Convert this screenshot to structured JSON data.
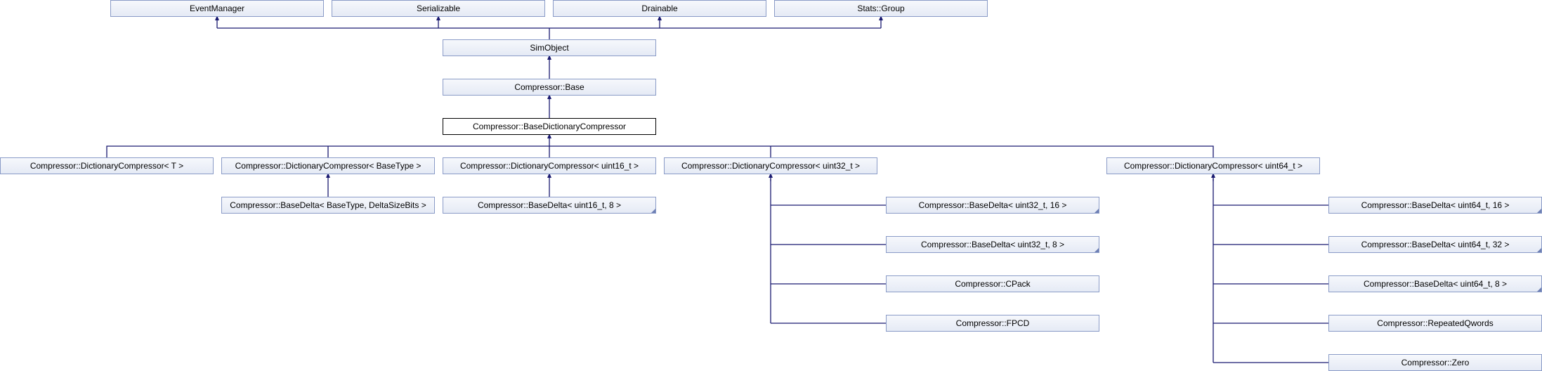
{
  "diagram": {
    "nodes": {
      "event_manager": "EventManager",
      "serializable": "Serializable",
      "drainable": "Drainable",
      "stats_group": "Stats::Group",
      "sim_object": "SimObject",
      "compressor_base": "Compressor::Base",
      "base_dictionary_compressor": "Compressor::BaseDictionaryCompressor",
      "dict_t": "Compressor::DictionaryCompressor< T >",
      "dict_basetype": "Compressor::DictionaryCompressor< BaseType >",
      "dict_uint16": "Compressor::DictionaryCompressor< uint16_t >",
      "dict_uint32": "Compressor::DictionaryCompressor< uint32_t >",
      "dict_uint64": "Compressor::DictionaryCompressor< uint64_t >",
      "basedelta_basetype": "Compressor::BaseDelta< BaseType, DeltaSizeBits >",
      "basedelta_uint16_8": "Compressor::BaseDelta< uint16_t, 8 >",
      "basedelta_uint32_16": "Compressor::BaseDelta< uint32_t, 16 >",
      "basedelta_uint32_8": "Compressor::BaseDelta< uint32_t, 8 >",
      "cpack": "Compressor::CPack",
      "fpcd": "Compressor::FPCD",
      "basedelta_uint64_16": "Compressor::BaseDelta< uint64_t, 16 >",
      "basedelta_uint64_32": "Compressor::BaseDelta< uint64_t, 32 >",
      "basedelta_uint64_8": "Compressor::BaseDelta< uint64_t, 8 >",
      "repeated_qwords": "Compressor::RepeatedQwords",
      "zero": "Compressor::Zero"
    },
    "colors": {
      "edge": "#191970",
      "node_border": "#8a9bc7",
      "node_fill_top": "#f6f8fc",
      "node_fill_bottom": "#e5eaf5",
      "focus_border": "#000000"
    }
  }
}
